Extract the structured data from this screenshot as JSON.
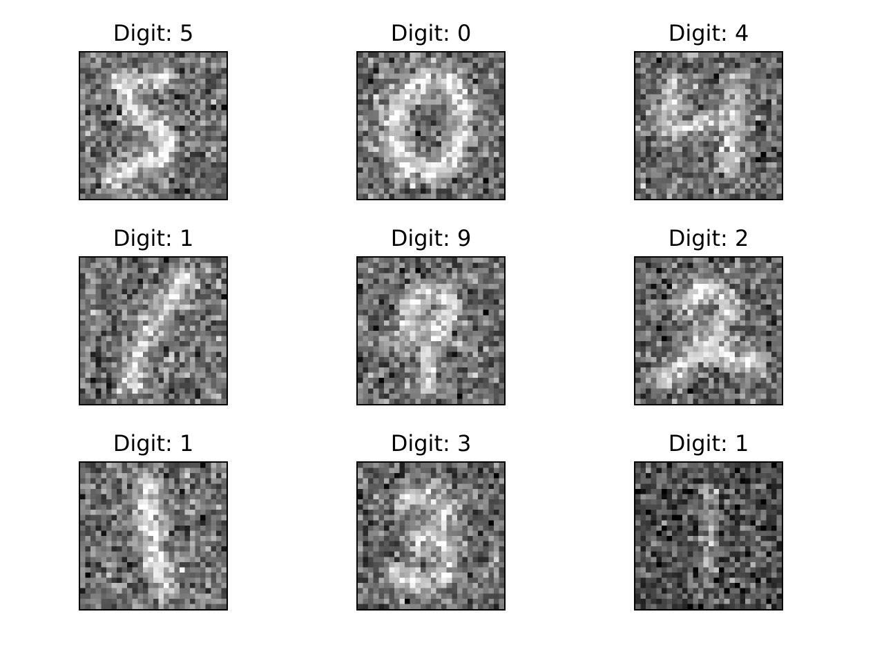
{
  "figure": {
    "panels": [
      {
        "title": "Digit: 5",
        "digit": 5
      },
      {
        "title": "Digit: 0",
        "digit": 0
      },
      {
        "title": "Digit: 4",
        "digit": 4
      },
      {
        "title": "Digit: 1",
        "digit": 1
      },
      {
        "title": "Digit: 9",
        "digit": 9
      },
      {
        "title": "Digit: 2",
        "digit": 2
      },
      {
        "title": "Digit: 1",
        "digit": 1
      },
      {
        "title": "Digit: 3",
        "digit": 3
      },
      {
        "title": "Digit: 1",
        "digit": 1
      }
    ]
  }
}
